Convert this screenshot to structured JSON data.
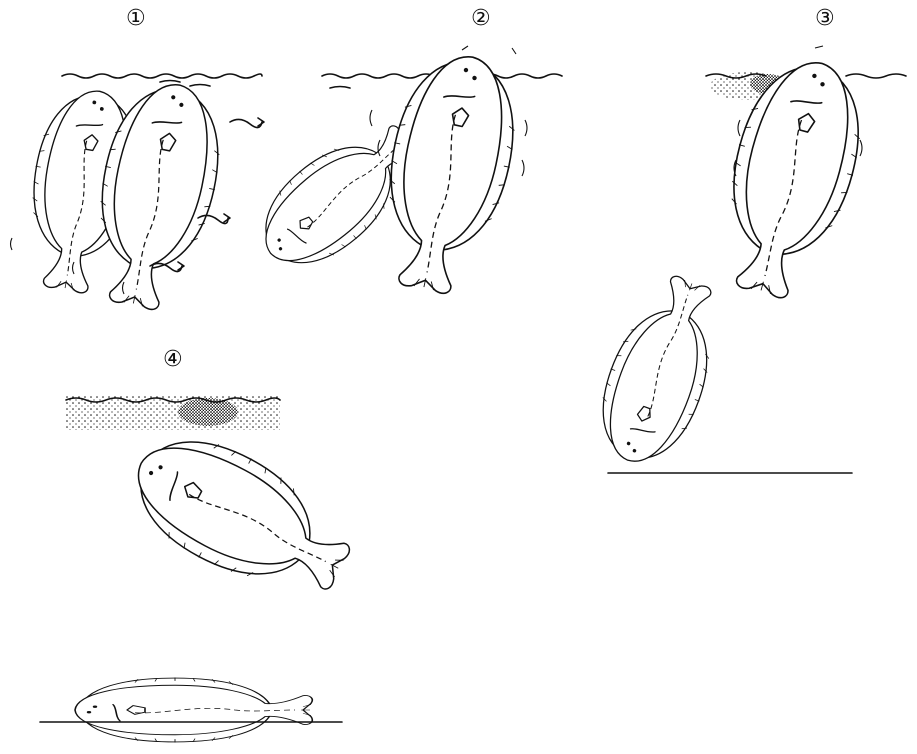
{
  "stages": [
    {
      "id": "1",
      "label": "①"
    },
    {
      "id": "2",
      "label": "②"
    },
    {
      "id": "3",
      "label": "③"
    },
    {
      "id": "4",
      "label": "④"
    }
  ],
  "colors": {
    "ink": "#111111",
    "background": "#ffffff"
  }
}
